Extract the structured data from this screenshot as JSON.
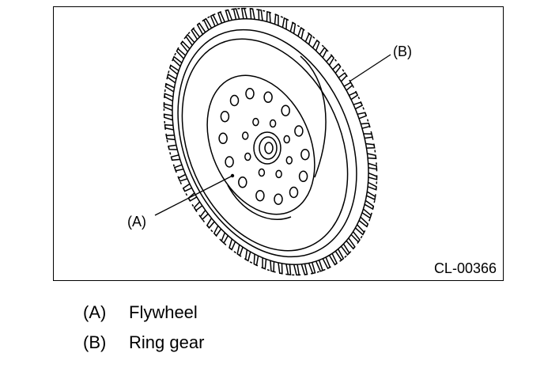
{
  "figure": {
    "code": "CL-00366",
    "callouts": [
      {
        "key": "(A)"
      },
      {
        "key": "(B)"
      }
    ]
  },
  "legend": [
    {
      "key": "(A)",
      "label": "Flywheel"
    },
    {
      "key": "(B)",
      "label": "Ring gear"
    }
  ],
  "colors": {
    "line": "#000000",
    "background": "#ffffff"
  }
}
